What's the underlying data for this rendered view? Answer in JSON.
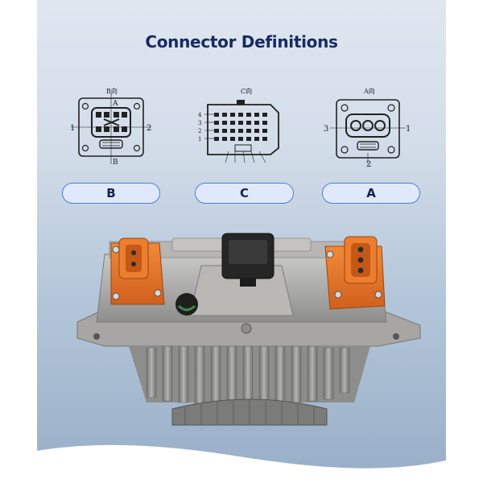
{
  "title": "Connector Definitions",
  "connectors": [
    {
      "id": "B",
      "label": "B",
      "header": "B向",
      "pins": {
        "top": "A",
        "left": "1",
        "right": "2",
        "bottom": "B"
      }
    },
    {
      "id": "C",
      "label": "C",
      "header": "C向",
      "pins": {
        "left_top": "4",
        "left_upper": "3",
        "left_lower": "2",
        "left_bottom": "1"
      }
    },
    {
      "id": "A",
      "label": "A",
      "header": "A向",
      "pins": {
        "left": "3",
        "right": "1",
        "bottom": "2"
      }
    }
  ],
  "colors": {
    "title": "#172a63",
    "pill_border": "#4f7fd6",
    "pill_fill": "#dfe9fb",
    "connector_orange": "#e8762a",
    "housing_grey": "#9d9d9d"
  },
  "icons": [
    "connector-b-diagram",
    "connector-c-diagram",
    "connector-a-diagram",
    "charger-unit-photo"
  ]
}
